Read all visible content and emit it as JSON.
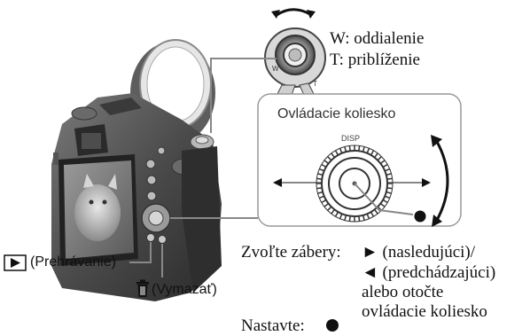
{
  "zoom_lever": {
    "w_label": "W: oddialenie",
    "t_label": "T: priblíženie",
    "w_mark": "W",
    "t_mark": "T"
  },
  "control_wheel": {
    "title": "Ovládacie koliesko",
    "disp_label": "DISP"
  },
  "playback_button": {
    "label": "(Prehrávanie)"
  },
  "delete_button": {
    "label": "(Vymazať)"
  },
  "instructions": {
    "select_prefix": "Zvoľte zábery:",
    "next_line": "► (nasledujúci)/",
    "prev_line": "◄ (predchádzajúci)",
    "or_line": "alebo otočte",
    "wheel_line": "ovládacie koliesko",
    "confirm_label": "Nastavte:"
  },
  "colors": {
    "line": "#888888",
    "ink": "#111111"
  }
}
